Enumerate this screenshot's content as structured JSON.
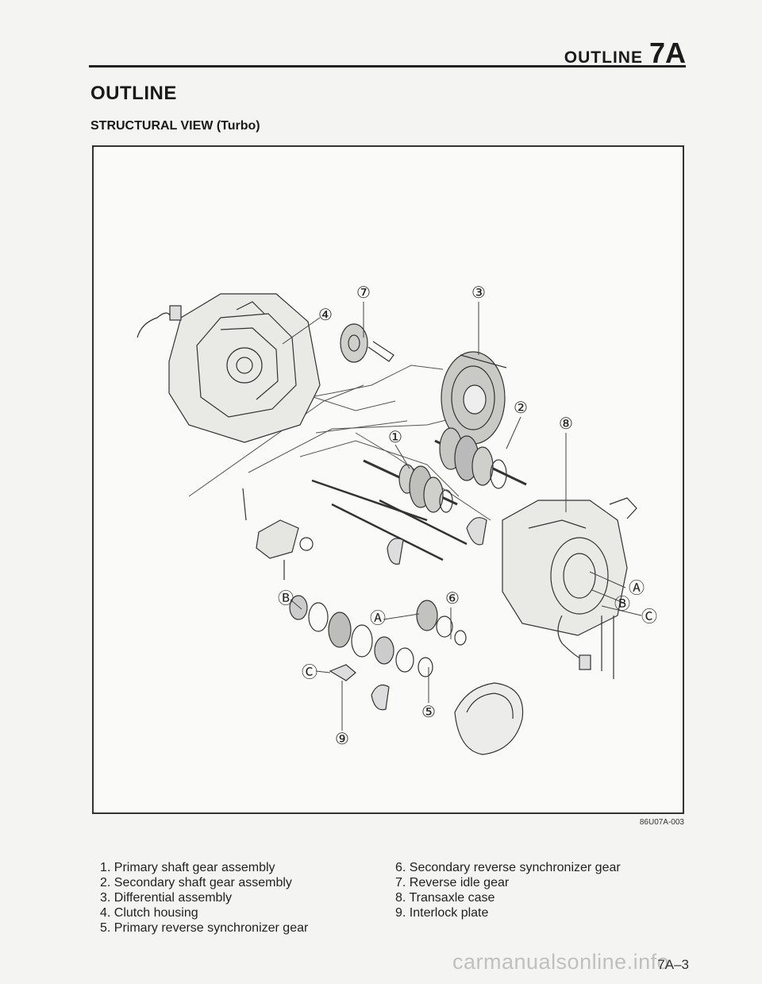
{
  "header": {
    "section_word": "OUTLINE",
    "chapter": "7A"
  },
  "section_title": "OUTLINE",
  "subsection_title": "STRUCTURAL VIEW (Turbo)",
  "figure": {
    "callouts": {
      "c1": "①",
      "c2": "②",
      "c3": "③",
      "c4": "④",
      "c5": "⑤",
      "c6": "⑥",
      "c7": "⑦",
      "c8": "⑧",
      "c9": "⑨",
      "cA1": "Ⓐ",
      "cA2": "Ⓐ",
      "cB1": "Ⓑ",
      "cB2": "Ⓑ",
      "cC1": "Ⓒ",
      "cC2": "Ⓒ"
    },
    "code": "86U07A-003"
  },
  "legend": {
    "left": [
      "1. Primary shaft gear assembly",
      "2. Secondary shaft gear assembly",
      "3. Differential assembly",
      "4. Clutch housing",
      "5. Primary reverse synchronizer gear"
    ],
    "right": [
      "6. Secondary reverse synchronizer gear",
      "7. Reverse idle gear",
      "8. Transaxle case",
      "9. Interlock plate"
    ]
  },
  "page_number": "7A–3",
  "watermark": "carmanualsonline.info"
}
